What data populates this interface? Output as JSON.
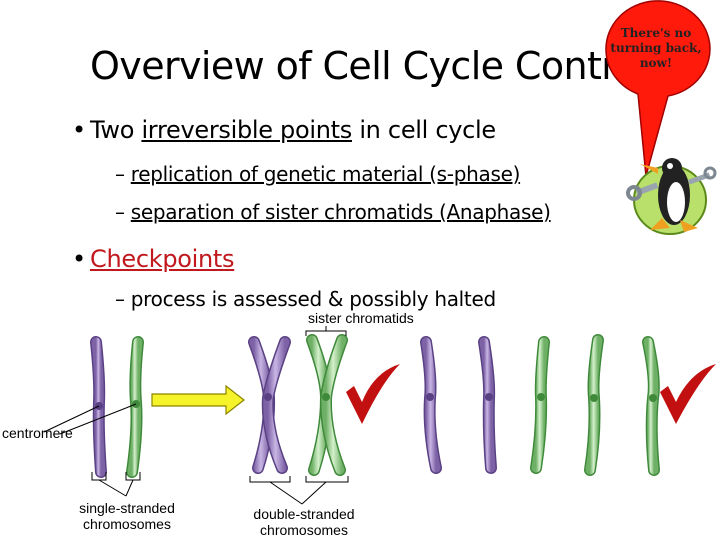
{
  "title": "Overview of Cell Cycle Control",
  "speech_bubble": {
    "line1": "There's no",
    "line2": "turning back,",
    "line3": "now!"
  },
  "bullets": [
    {
      "text_prefix": "Two ",
      "text_link": "irreversible points",
      "text_suffix": " in cell cycle",
      "sub": [
        {
          "dash": "– ",
          "text": "replication of genetic material (s-phase)"
        },
        {
          "dash": "– ",
          "text": "separation of sister chromatids (Anaphase)"
        }
      ]
    },
    {
      "text": "Checkpoints",
      "sub": [
        {
          "dash": "– ",
          "text": "process is assessed & possibly halted"
        }
      ]
    }
  ],
  "labels": {
    "sister_chromatids": "sister chromatids",
    "centromere": "centromere",
    "single_stranded": [
      "single-stranded",
      "chromosomes"
    ],
    "double_stranded": [
      "double-stranded",
      "chromosomes"
    ]
  },
  "colors": {
    "purple": "#a48ac6",
    "green": "#a9dca0",
    "arrow": "#f7f32a",
    "check": "#c20f0f",
    "bubble": "#ff1a0c",
    "link_red": "#c0181d"
  },
  "icons": [
    "penguin-mascot",
    "wrench-icon",
    "check-mark-icon",
    "right-arrow-icon"
  ]
}
